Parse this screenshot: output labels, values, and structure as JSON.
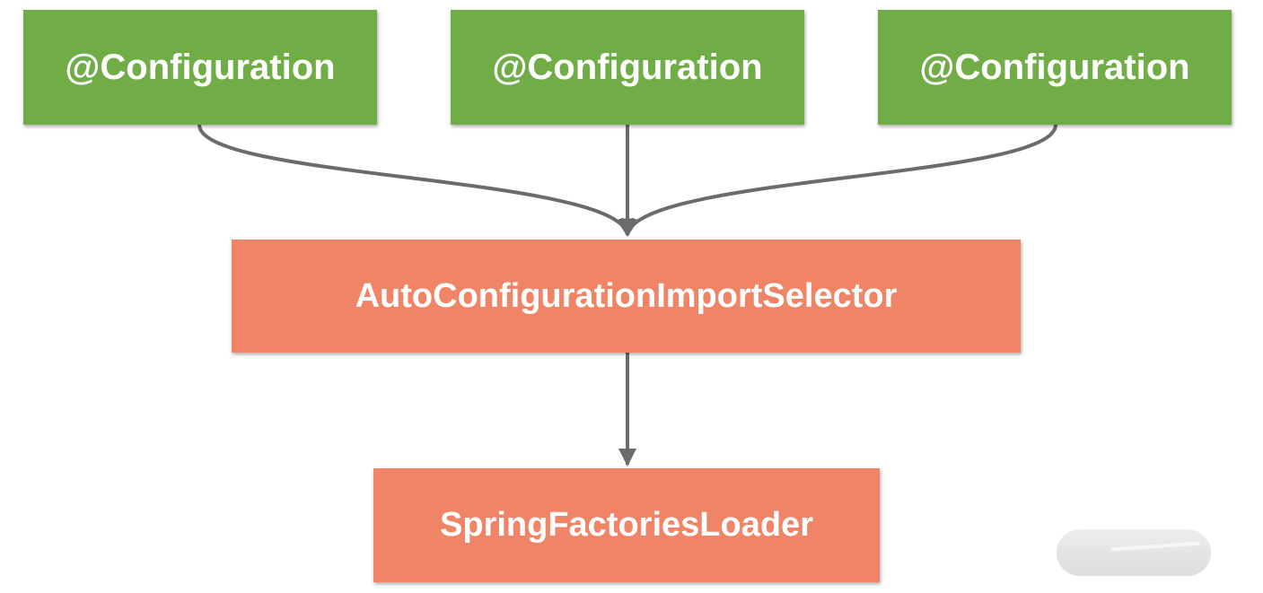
{
  "configs": [
    {
      "label": "@Configuration"
    },
    {
      "label": "@Configuration"
    },
    {
      "label": "@Configuration"
    }
  ],
  "selector": {
    "label": "AutoConfigurationImportSelector"
  },
  "loader": {
    "label": "SpringFactoriesLoader"
  },
  "colors": {
    "config_fill": "#70ad47",
    "selector_fill": "#ef8467",
    "loader_fill": "#ef8467",
    "connector": "#6b6b6b",
    "text": "#ffffff"
  }
}
